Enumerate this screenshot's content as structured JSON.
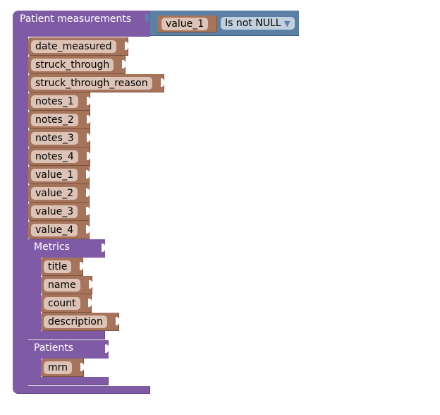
{
  "colors": {
    "table_block": "#805ba5",
    "field_block": "#a5745b",
    "condition_block": "#5b80a5"
  },
  "root": {
    "title": "Patient measurements",
    "condition": {
      "field": "value_1",
      "operator": "Is not NULL",
      "dropdown_icon": "triangle-down-icon"
    },
    "fields": [
      "date_measured",
      "struck_through",
      "struck_through_reason",
      "notes_1",
      "notes_2",
      "notes_3",
      "notes_4",
      "value_1",
      "value_2",
      "value_3",
      "value_4"
    ],
    "children": [
      {
        "title": "Metrics",
        "fields": [
          "title",
          "name",
          "count",
          "description"
        ]
      },
      {
        "title": "Patients",
        "fields": [
          "mrn"
        ]
      }
    ]
  }
}
